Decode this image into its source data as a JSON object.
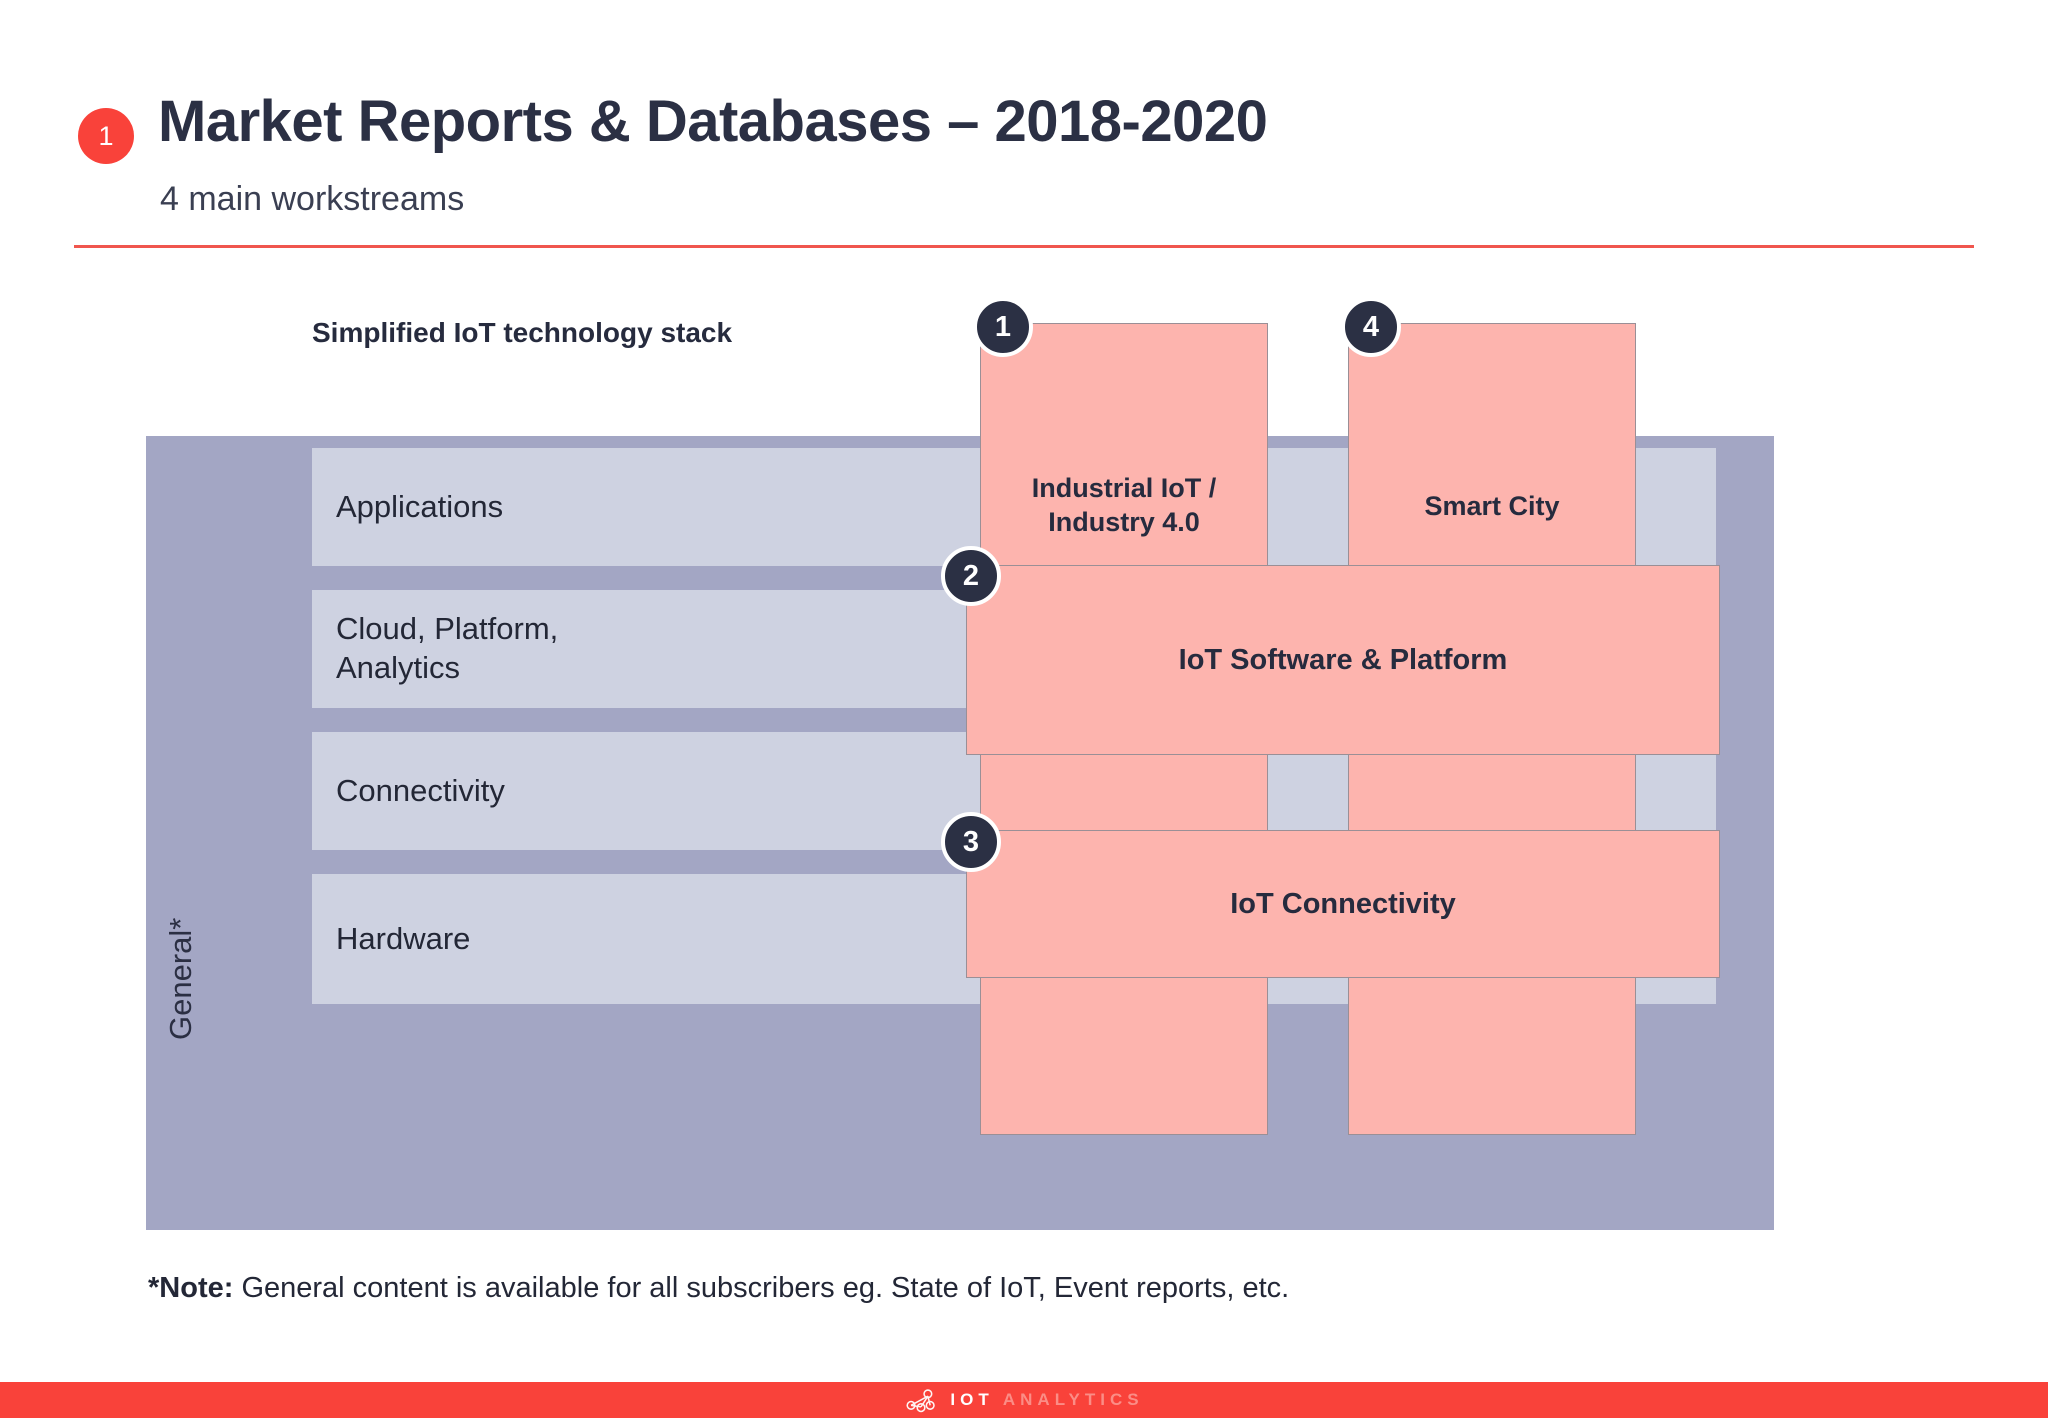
{
  "header": {
    "badge": "1",
    "title": "Market Reports & Databases – 2018-2020",
    "subtitle": "4 main workstreams"
  },
  "diagram": {
    "stack_caption": "Simplified IoT\ntechnology stack",
    "general_label": "General*",
    "layers": [
      {
        "label": "Applications"
      },
      {
        "label": "Cloud, Platform,\nAnalytics"
      },
      {
        "label": "Connectivity"
      },
      {
        "label": "Hardware"
      }
    ],
    "workstream_columns": [
      {
        "badge": "1",
        "label": "Industrial IoT /\nIndustry 4.0"
      },
      {
        "badge": "4",
        "label": "Smart City"
      }
    ],
    "workstream_bands": [
      {
        "badge": "2",
        "label": "IoT Software & Platform"
      },
      {
        "badge": "3",
        "label": "IoT Connectivity"
      }
    ]
  },
  "footnote": {
    "prefix": "*Note:",
    "text": " General content is available for all subscribers eg. State of IoT, Event reports, etc."
  },
  "footer": {
    "brand_strong": "IOT",
    "brand_dim": "ANALYTICS"
  },
  "colors": {
    "accent_red": "#f9423a",
    "outer_box": "#a3a6c4",
    "layer_box": "#ced2e1",
    "workstream_pink": "#fdb4ae",
    "badge_navy": "#2b3044",
    "text_dark": "#2b2f43"
  }
}
